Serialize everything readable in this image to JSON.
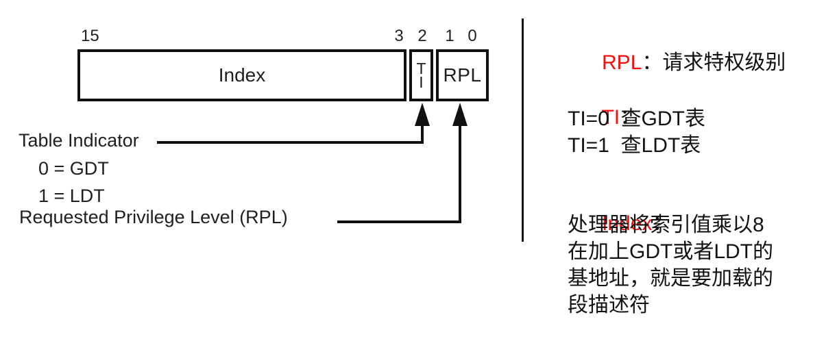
{
  "diagram": {
    "bit15": "15",
    "bit3": "3",
    "bit2": "2",
    "bit1": "1",
    "bit0": "0",
    "index_field": "Index",
    "ti_top": "T",
    "ti_bottom": "I",
    "rpl_field": "RPL",
    "table_indicator_label": "Table Indicator",
    "gdt_line": "0 = GDT",
    "ldt_line": "1 = LDT",
    "rpl_callout": "Requested Privilege Level (RPL)"
  },
  "legend": {
    "rpl_term": "RPL",
    "colon": "：",
    "rpl_desc": "请求特权级别",
    "ti_term": "TI",
    "ti_line1": "TI=0  查GDT表",
    "ti_line2": "TI=1  查LDT表",
    "index_term": "Index",
    "index_line1": "处理器将索引值乘以8",
    "index_line2": "在加上GDT或者LDT的",
    "index_line3": "基地址，就是要加载的",
    "index_line4": "段描述符"
  },
  "colors": {
    "accent_red": "#f90d0d",
    "ink": "#111111"
  }
}
